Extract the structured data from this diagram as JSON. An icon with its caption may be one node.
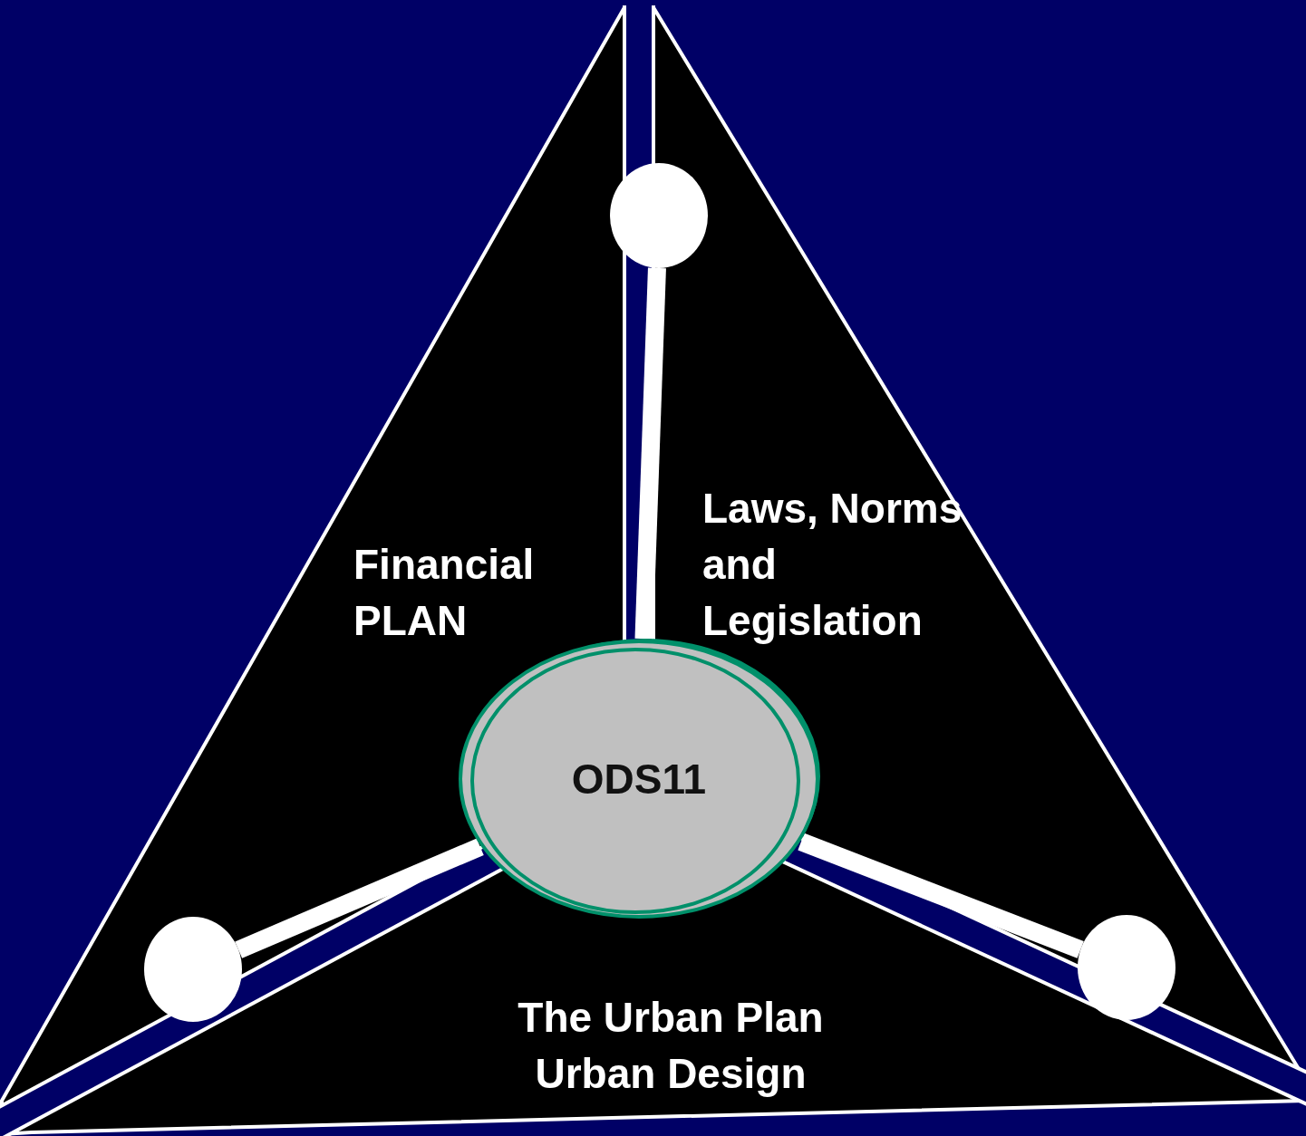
{
  "diagram": {
    "nodes": [
      {
        "text": [
          "ODS11"
        ]
      },
      {
        "text": [],
        "shape": "circle"
      },
      {
        "text": [],
        "shape": "circle"
      },
      {
        "text": [],
        "shape": "circle"
      }
    ],
    "edges": [
      {
        "from": 0,
        "to": 1,
        "arrow": "none"
      },
      {
        "from": 0,
        "to": 2,
        "arrow": "none"
      },
      {
        "from": 0,
        "to": 3,
        "arrow": "none"
      }
    ],
    "labels": [
      "Financial PLAN",
      "Laws, Norms and Legislation",
      "The Urban Plan Urban Design"
    ]
  }
}
